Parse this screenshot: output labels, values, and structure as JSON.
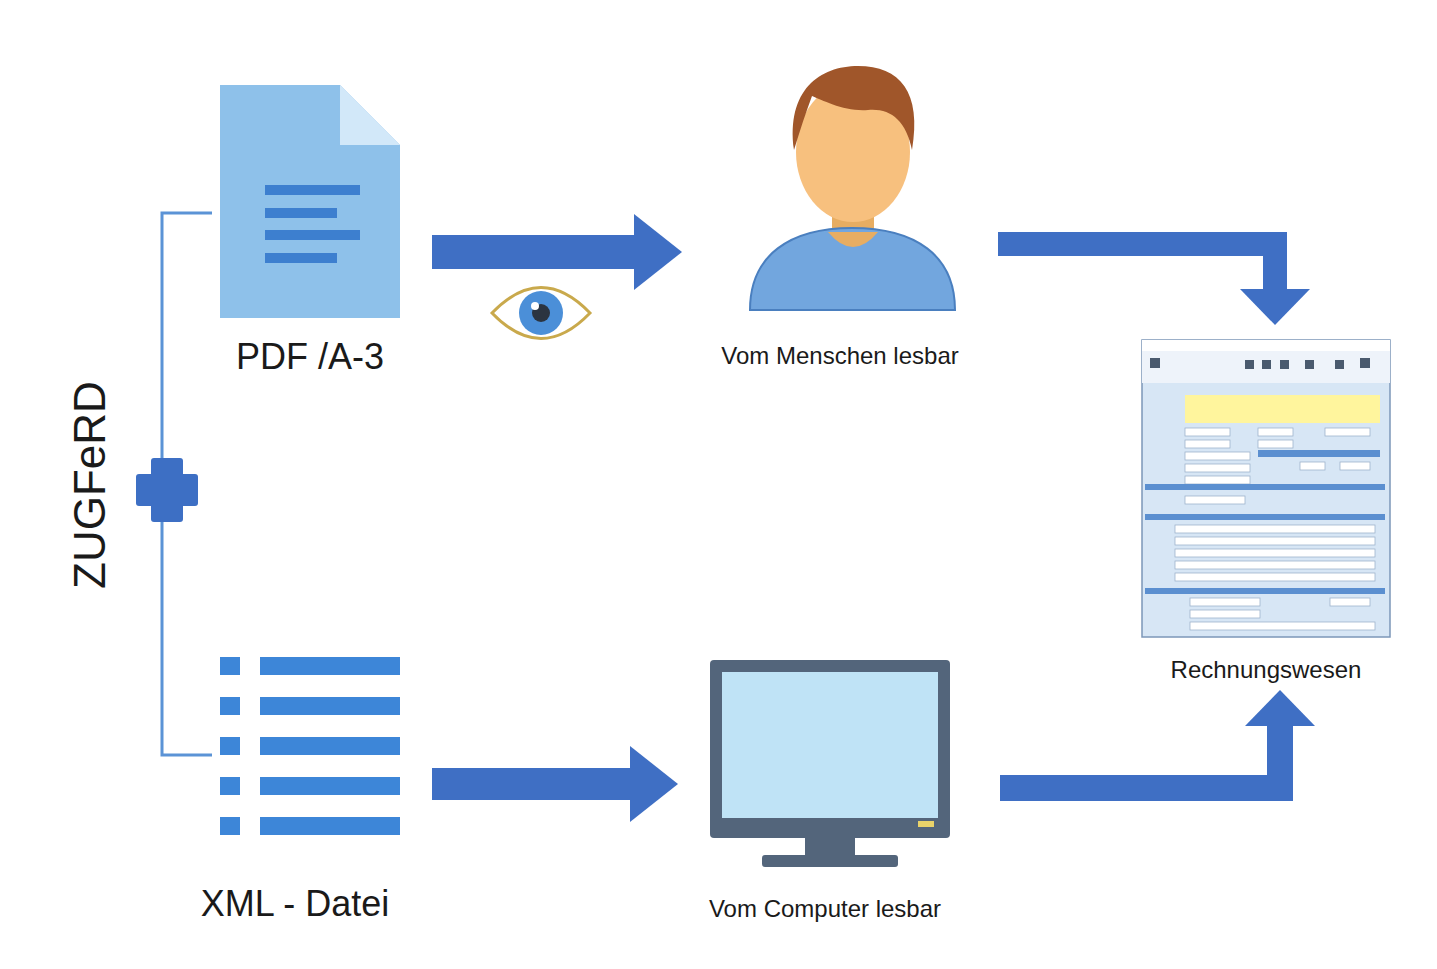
{
  "diagram": {
    "nodes": [
      {
        "text": [
          "PDF /A-3"
        ]
      },
      {
        "text": [
          "Vom Menschen lesbar"
        ]
      },
      {
        "text": [
          "Rechnungswesen"
        ]
      },
      {
        "text": [
          "XML - Datei"
        ]
      },
      {
        "text": [
          "Vom Computer lesbar"
        ]
      }
    ],
    "edges": [
      {
        "from": 0,
        "to": 1,
        "arrow": "to"
      },
      {
        "from": 1,
        "to": 2,
        "arrow": "to"
      },
      {
        "from": 3,
        "to": 4,
        "arrow": "to"
      },
      {
        "from": 4,
        "to": 2,
        "arrow": "to"
      }
    ],
    "labels": [
      "ZUGFeRD"
    ]
  }
}
